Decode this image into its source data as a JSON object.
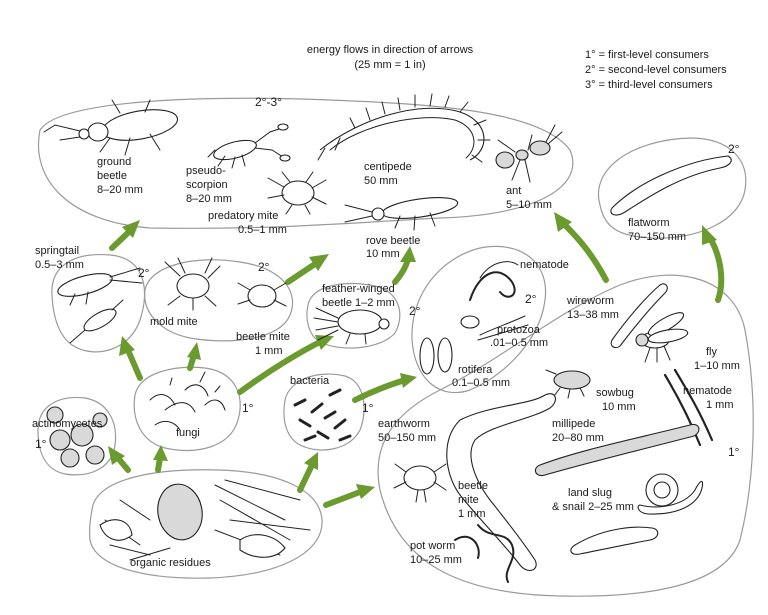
{
  "header": {
    "caption_line1": "energy flows in direction of arrows",
    "caption_line2": "(25 mm = 1 in)"
  },
  "legend": {
    "first": "1° = first-level consumers",
    "second": "2° = second-level consumers",
    "third": "3° = third-level consumers"
  },
  "levels": {
    "top_group": "2°-3°",
    "flatworm": "2°",
    "springtail": "2°",
    "mites": "2°",
    "feather_winged": "2°",
    "nematode_group": "2°",
    "actinomycetes": "1°",
    "fungi": "1°",
    "bacteria": "1°",
    "large_group": "1°"
  },
  "labels": {
    "ground_beetle": [
      "ground",
      "beetle",
      "8–20 mm"
    ],
    "pseudoscorpion": [
      "pseudo-",
      "scorpion",
      "8–20 mm"
    ],
    "predatory_mite": [
      "predatory mite",
      "0.5–1 mm"
    ],
    "centipede": [
      "centipede",
      "50 mm"
    ],
    "rove_beetle": [
      "rove beetle",
      "10 mm"
    ],
    "ant": [
      "ant",
      "5–10 mm"
    ],
    "flatworm": [
      "flatworm",
      "70–150 mm"
    ],
    "springtail": [
      "springtail",
      "0.5–3 mm"
    ],
    "mold_mite": [
      "mold mite"
    ],
    "beetle_mite_small": [
      "beetle mite",
      "1 mm"
    ],
    "feather_winged": [
      "feather-winged",
      "beetle 1–2 mm"
    ],
    "nematode_small": [
      "nematode"
    ],
    "protozoa": [
      "protozoa",
      ".01–0.5 mm"
    ],
    "rotifera": [
      "rotifera",
      "0.1–0.5 mm"
    ],
    "wireworm": [
      "wireworm",
      "13–38 mm"
    ],
    "fly": [
      "fly",
      "1–10 mm"
    ],
    "nematode_large": [
      "nematode",
      "1 mm"
    ],
    "sowbug": [
      "sowbug",
      "10 mm"
    ],
    "actinomycetes": [
      "actinomycetes"
    ],
    "fungi": [
      "fungi"
    ],
    "bacteria": [
      "bacteria"
    ],
    "earthworm": [
      "earthworm",
      "50–150 mm"
    ],
    "millipede": [
      "millipede",
      "20–80 mm"
    ],
    "beetle_mite_large": [
      "beetle",
      "mite",
      "1 mm"
    ],
    "land_slug": [
      "land slug",
      "& snail 2–25 mm"
    ],
    "pot_worm": [
      "pot worm",
      "10–25 mm"
    ],
    "organic_residues": [
      "organic residues"
    ]
  },
  "colors": {
    "arrow": "#6b9a2e",
    "outline": "#9a9a9a",
    "ink": "#222222"
  }
}
